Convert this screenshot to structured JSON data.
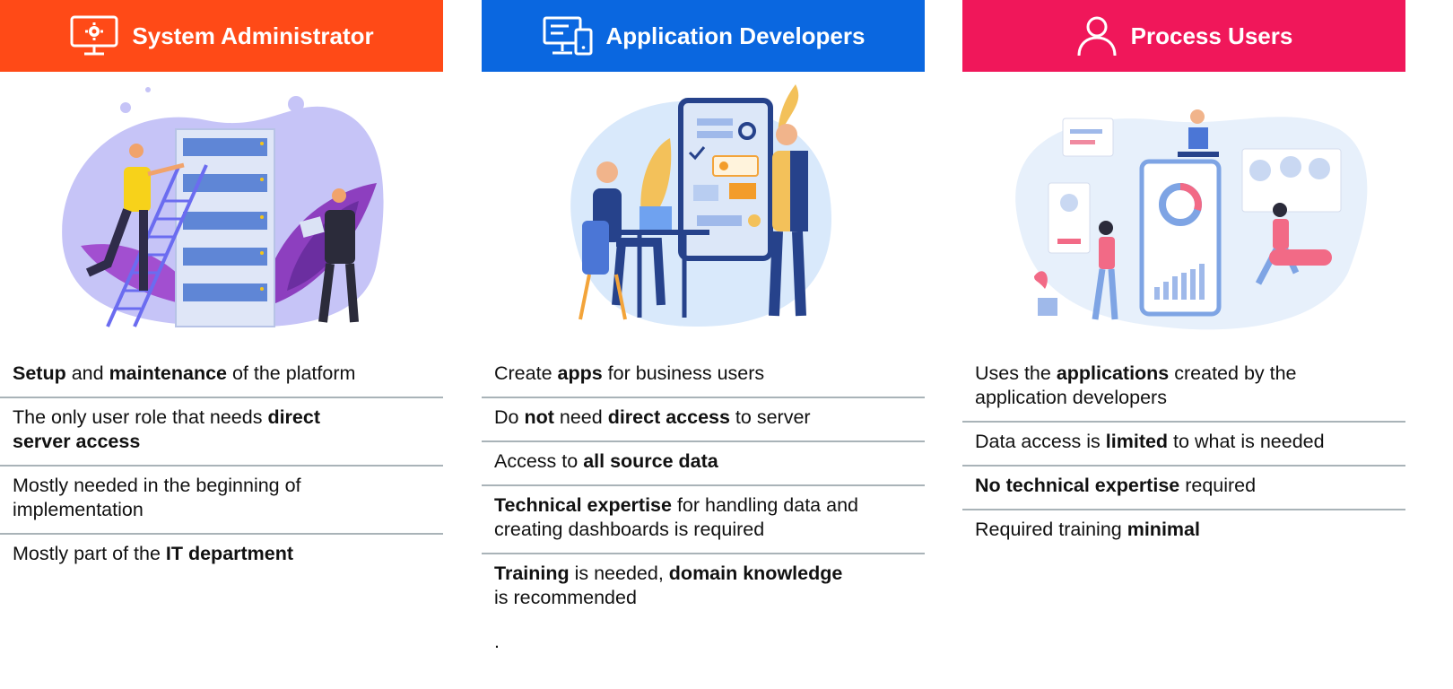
{
  "columns": [
    {
      "title": "System Administrator",
      "color": "#ff4a17",
      "icon": "monitor-gear-icon",
      "rows": [
        [
          {
            "t": "Setup",
            "b": true
          },
          {
            "t": " and ",
            "b": false
          },
          {
            "t": "maintenance",
            "b": true
          },
          {
            "t": " of the platform",
            "b": false
          }
        ],
        [
          {
            "t": "The only user role that needs ",
            "b": false
          },
          {
            "t": "direct",
            "b": true
          },
          {
            "t": "\n",
            "b": false
          },
          {
            "t": "server access",
            "b": true
          }
        ],
        [
          {
            "t": "Mostly needed in the beginning of\nimplementation",
            "b": false
          }
        ],
        [
          {
            "t": "Mostly part of the ",
            "b": false
          },
          {
            "t": "IT department",
            "b": true
          }
        ]
      ]
    },
    {
      "title": "Application Developers",
      "color": "#0a67e0",
      "icon": "devices-icon",
      "rows": [
        [
          {
            "t": "Create ",
            "b": false
          },
          {
            "t": "apps",
            "b": true
          },
          {
            "t": " for business users",
            "b": false
          }
        ],
        [
          {
            "t": "Do ",
            "b": false
          },
          {
            "t": "not",
            "b": true
          },
          {
            "t": " need ",
            "b": false
          },
          {
            "t": "direct access",
            "b": true
          },
          {
            "t": " to server",
            "b": false
          }
        ],
        [
          {
            "t": "Access to ",
            "b": false
          },
          {
            "t": "all source data",
            "b": true
          }
        ],
        [
          {
            "t": "Technical expertise",
            "b": true
          },
          {
            "t": " for handling data and\ncreating dashboards is required",
            "b": false
          }
        ],
        [
          {
            "t": "Training",
            "b": true
          },
          {
            "t": " is needed, ",
            "b": false
          },
          {
            "t": "domain knowledge",
            "b": true
          },
          {
            "t": "\nis recommended",
            "b": false
          }
        ]
      ],
      "trailing": "."
    },
    {
      "title": "Process Users",
      "color": "#f0175a",
      "icon": "user-icon",
      "rows": [
        [
          {
            "t": "Uses the ",
            "b": false
          },
          {
            "t": "applications",
            "b": true
          },
          {
            "t": " created by the\napplication developers",
            "b": false
          }
        ],
        [
          {
            "t": "Data access is ",
            "b": false
          },
          {
            "t": "limited",
            "b": true
          },
          {
            "t": " to what is needed",
            "b": false
          }
        ],
        [
          {
            "t": "No technical expertise",
            "b": true
          },
          {
            "t": " required",
            "b": false
          }
        ],
        [
          {
            "t": "Required training ",
            "b": false
          },
          {
            "t": "minimal",
            "b": true
          }
        ]
      ]
    }
  ]
}
